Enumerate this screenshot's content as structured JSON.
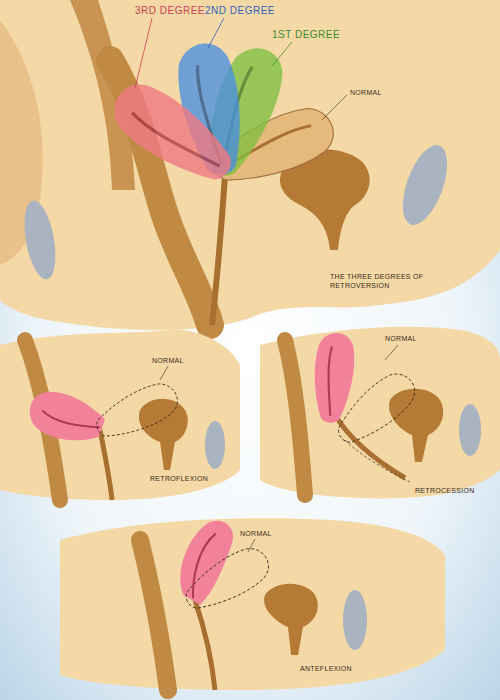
{
  "diagram": {
    "labels": [
      "3RD DEGREE",
      "2ND DEGREE",
      "1ST DEGREE",
      "NORMAL",
      "THE THREE DEGREES OF RETROVERSION",
      "NORMAL",
      "RETROFLEXION",
      "NORMAL",
      "RETROCESSION",
      "NORMAL",
      "ANTEFLEXION"
    ]
  }
}
